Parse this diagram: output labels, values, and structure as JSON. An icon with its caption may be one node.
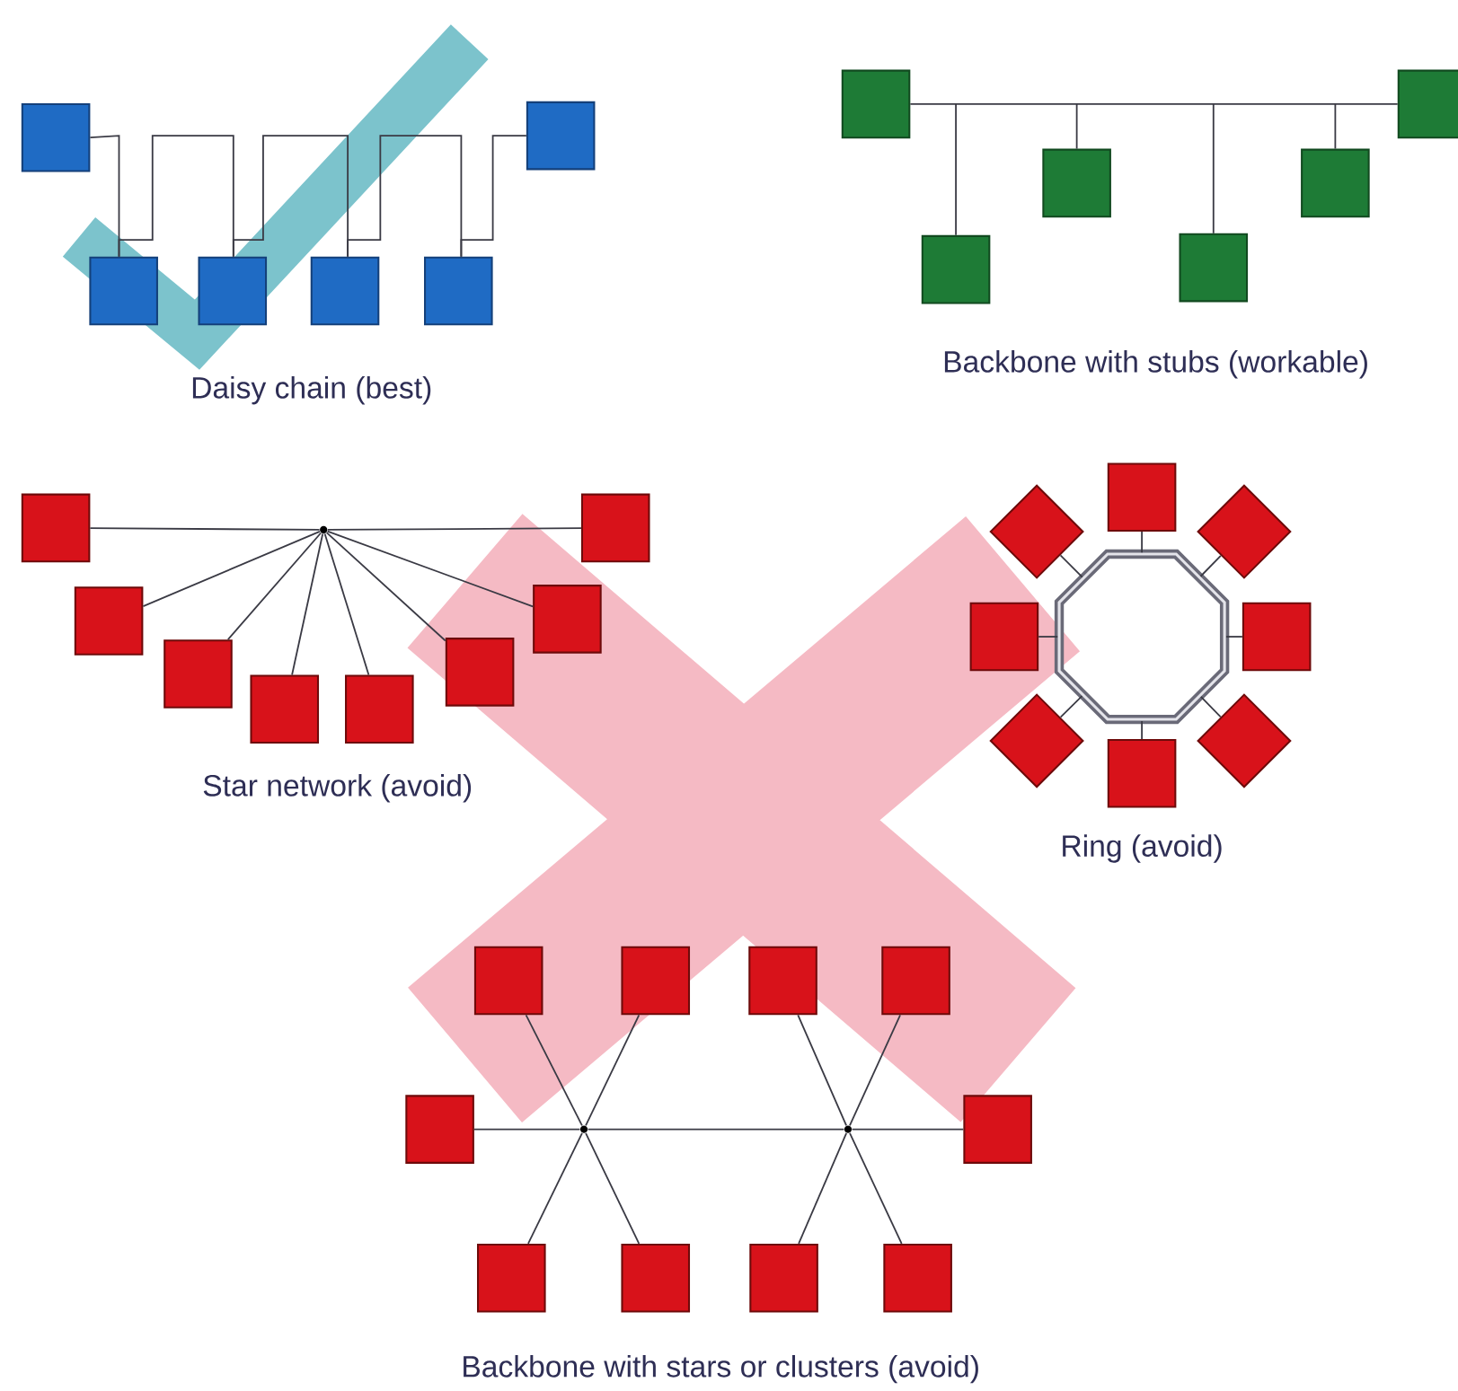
{
  "diagram": {
    "nodes": [
      {
        "text": [],
        "shape": "box"
      },
      {
        "text": [],
        "shape": "box"
      },
      {
        "text": [],
        "shape": "box"
      },
      {
        "text": [],
        "shape": "box"
      },
      {
        "text": [],
        "shape": "box"
      },
      {
        "text": [],
        "shape": "box"
      },
      {
        "text": [],
        "shape": "box"
      },
      {
        "text": [],
        "shape": "box"
      },
      {
        "text": [],
        "shape": "box"
      },
      {
        "text": [],
        "shape": "box"
      },
      {
        "text": [],
        "shape": "box"
      },
      {
        "text": [],
        "shape": "box"
      },
      {
        "text": [],
        "shape": "circle"
      },
      {
        "text": [],
        "shape": "box"
      },
      {
        "text": [],
        "shape": "box"
      },
      {
        "text": [],
        "shape": "box"
      },
      {
        "text": [],
        "shape": "box"
      },
      {
        "text": [],
        "shape": "box"
      },
      {
        "text": [],
        "shape": "box"
      },
      {
        "text": [],
        "shape": "box"
      },
      {
        "text": [],
        "shape": "box"
      },
      {
        "text": [],
        "shape": "octagon"
      },
      {
        "text": [],
        "shape": "box"
      },
      {
        "text": [],
        "shape": "diamond"
      },
      {
        "text": [],
        "shape": "diamond"
      },
      {
        "text": [],
        "shape": "box"
      },
      {
        "text": [],
        "shape": "box"
      },
      {
        "text": [],
        "shape": "diamond"
      },
      {
        "text": [],
        "shape": "diamond"
      },
      {
        "text": [],
        "shape": "box"
      },
      {
        "text": [],
        "shape": "circle"
      },
      {
        "text": [],
        "shape": "circle"
      },
      {
        "text": [],
        "shape": "box"
      },
      {
        "text": [],
        "shape": "box"
      },
      {
        "text": [],
        "shape": "box"
      },
      {
        "text": [],
        "shape": "box"
      },
      {
        "text": [],
        "shape": "box"
      },
      {
        "text": [],
        "shape": "box"
      },
      {
        "text": [],
        "shape": "box"
      },
      {
        "text": [],
        "shape": "box"
      },
      {
        "text": [],
        "shape": "box"
      },
      {
        "text": [],
        "shape": "box"
      }
    ],
    "edges": [
      {
        "from": 0,
        "to": 1,
        "arrow": "none"
      },
      {
        "from": 1,
        "to": 2,
        "arrow": "none"
      },
      {
        "from": 2,
        "to": 3,
        "arrow": "none"
      },
      {
        "from": 3,
        "to": 4,
        "arrow": "none"
      },
      {
        "from": 4,
        "to": 5,
        "arrow": "none"
      },
      {
        "from": 6,
        "to": 7,
        "arrow": "none"
      },
      {
        "from": null,
        "to": 8,
        "arrow": "none"
      },
      {
        "from": null,
        "to": 9,
        "arrow": "none"
      },
      {
        "from": null,
        "to": 10,
        "arrow": "none"
      },
      {
        "from": null,
        "to": 11,
        "arrow": "none"
      },
      {
        "from": 12,
        "to": 13,
        "arrow": "none"
      },
      {
        "from": 12,
        "to": 14,
        "arrow": "none"
      },
      {
        "from": 12,
        "to": 15,
        "arrow": "none"
      },
      {
        "from": 12,
        "to": 16,
        "arrow": "none"
      },
      {
        "from": 12,
        "to": 17,
        "arrow": "none"
      },
      {
        "from": 12,
        "to": 18,
        "arrow": "none"
      },
      {
        "from": 12,
        "to": 19,
        "arrow": "none"
      },
      {
        "from": 12,
        "to": 20,
        "arrow": "none"
      },
      {
        "from": 21,
        "to": 22,
        "arrow": "none"
      },
      {
        "from": 21,
        "to": 23,
        "arrow": "none"
      },
      {
        "from": 21,
        "to": 24,
        "arrow": "none"
      },
      {
        "from": 21,
        "to": 25,
        "arrow": "none"
      },
      {
        "from": 21,
        "to": 26,
        "arrow": "none"
      },
      {
        "from": 21,
        "to": 27,
        "arrow": "none"
      },
      {
        "from": 21,
        "to": 28,
        "arrow": "none"
      },
      {
        "from": 21,
        "to": 29,
        "arrow": "none"
      },
      {
        "from": 36,
        "to": 30,
        "arrow": "none"
      },
      {
        "from": 30,
        "to": 31,
        "arrow": "none"
      },
      {
        "from": 31,
        "to": 37,
        "arrow": "none"
      },
      {
        "from": 30,
        "to": 32,
        "arrow": "none"
      },
      {
        "from": 30,
        "to": 33,
        "arrow": "none"
      },
      {
        "from": 30,
        "to": 38,
        "arrow": "none"
      },
      {
        "from": 30,
        "to": 39,
        "arrow": "none"
      },
      {
        "from": 31,
        "to": 34,
        "arrow": "none"
      },
      {
        "from": 31,
        "to": 35,
        "arrow": "none"
      },
      {
        "from": 31,
        "to": 40,
        "arrow": "none"
      },
      {
        "from": 31,
        "to": 41,
        "arrow": "none"
      }
    ],
    "labels": [
      "Daisy chain (best)",
      "Backbone with stubs (workable)",
      "Star network (avoid)",
      "Ring (avoid)",
      "Backbone with stars or clusters (avoid)"
    ]
  }
}
